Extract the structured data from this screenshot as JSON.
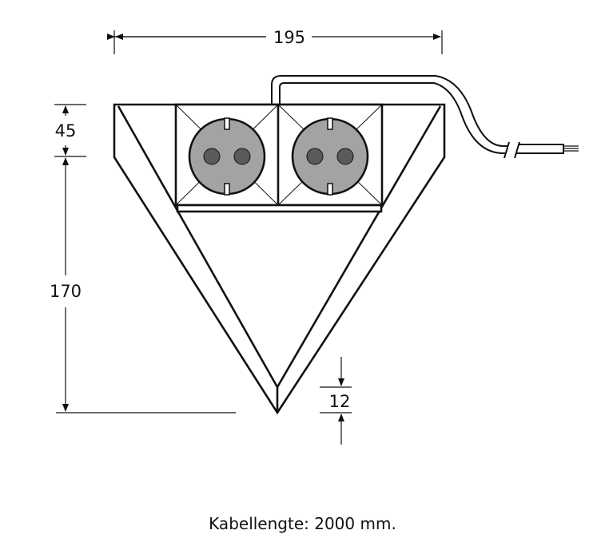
{
  "dimensions": {
    "width": "195",
    "top_height": "45",
    "total_height": "170",
    "depth": "12"
  },
  "caption": "Kabellengte: 2000 mm.",
  "colors": {
    "line": "#111111",
    "socket_face": "#a3a3a3",
    "socket_pin": "#5a5a5a"
  }
}
